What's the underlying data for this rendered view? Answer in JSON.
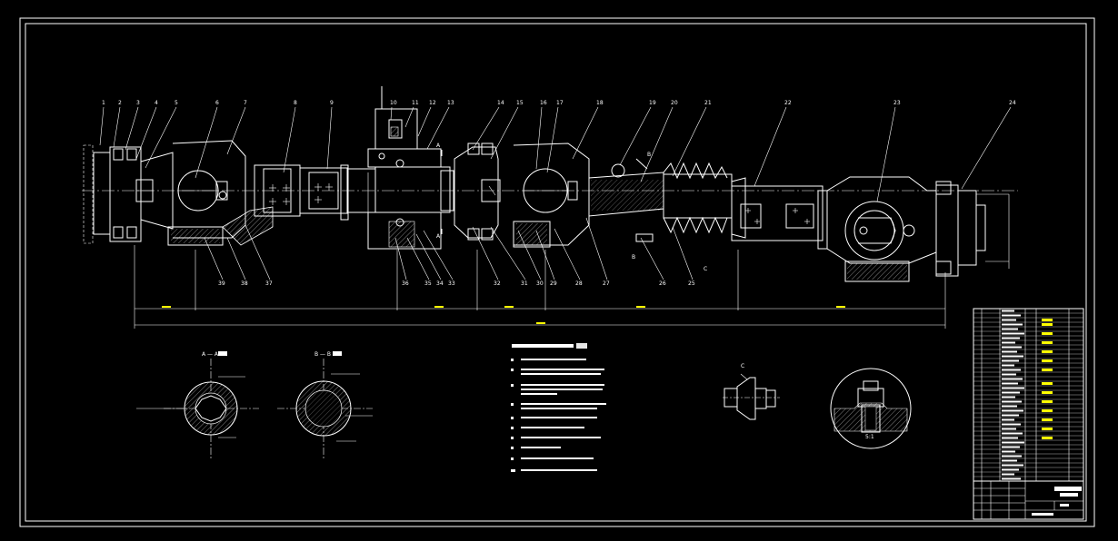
{
  "drawing": {
    "section_a_title": "A — A",
    "section_b_title": "B — B",
    "view_c_title": "C",
    "detail_scale": "5:1",
    "label_a": "A",
    "label_b": "B",
    "label_c": "C",
    "part_numbers_top": [
      "1",
      "2",
      "3",
      "4",
      "5",
      "6",
      "7",
      "8",
      "9",
      "10",
      "11",
      "12",
      "13",
      "14",
      "15",
      "16",
      "17",
      "18",
      "19",
      "20",
      "21",
      "22",
      "23",
      "24"
    ],
    "part_numbers_bottom": [
      "39",
      "38",
      "37",
      "36",
      "35",
      "34",
      "33",
      "32",
      "31",
      "30",
      "29",
      "28",
      "27",
      "26",
      "25"
    ]
  },
  "colors": {
    "background": "#000000",
    "lines": "#ffffff",
    "highlight": "#ffff00"
  }
}
